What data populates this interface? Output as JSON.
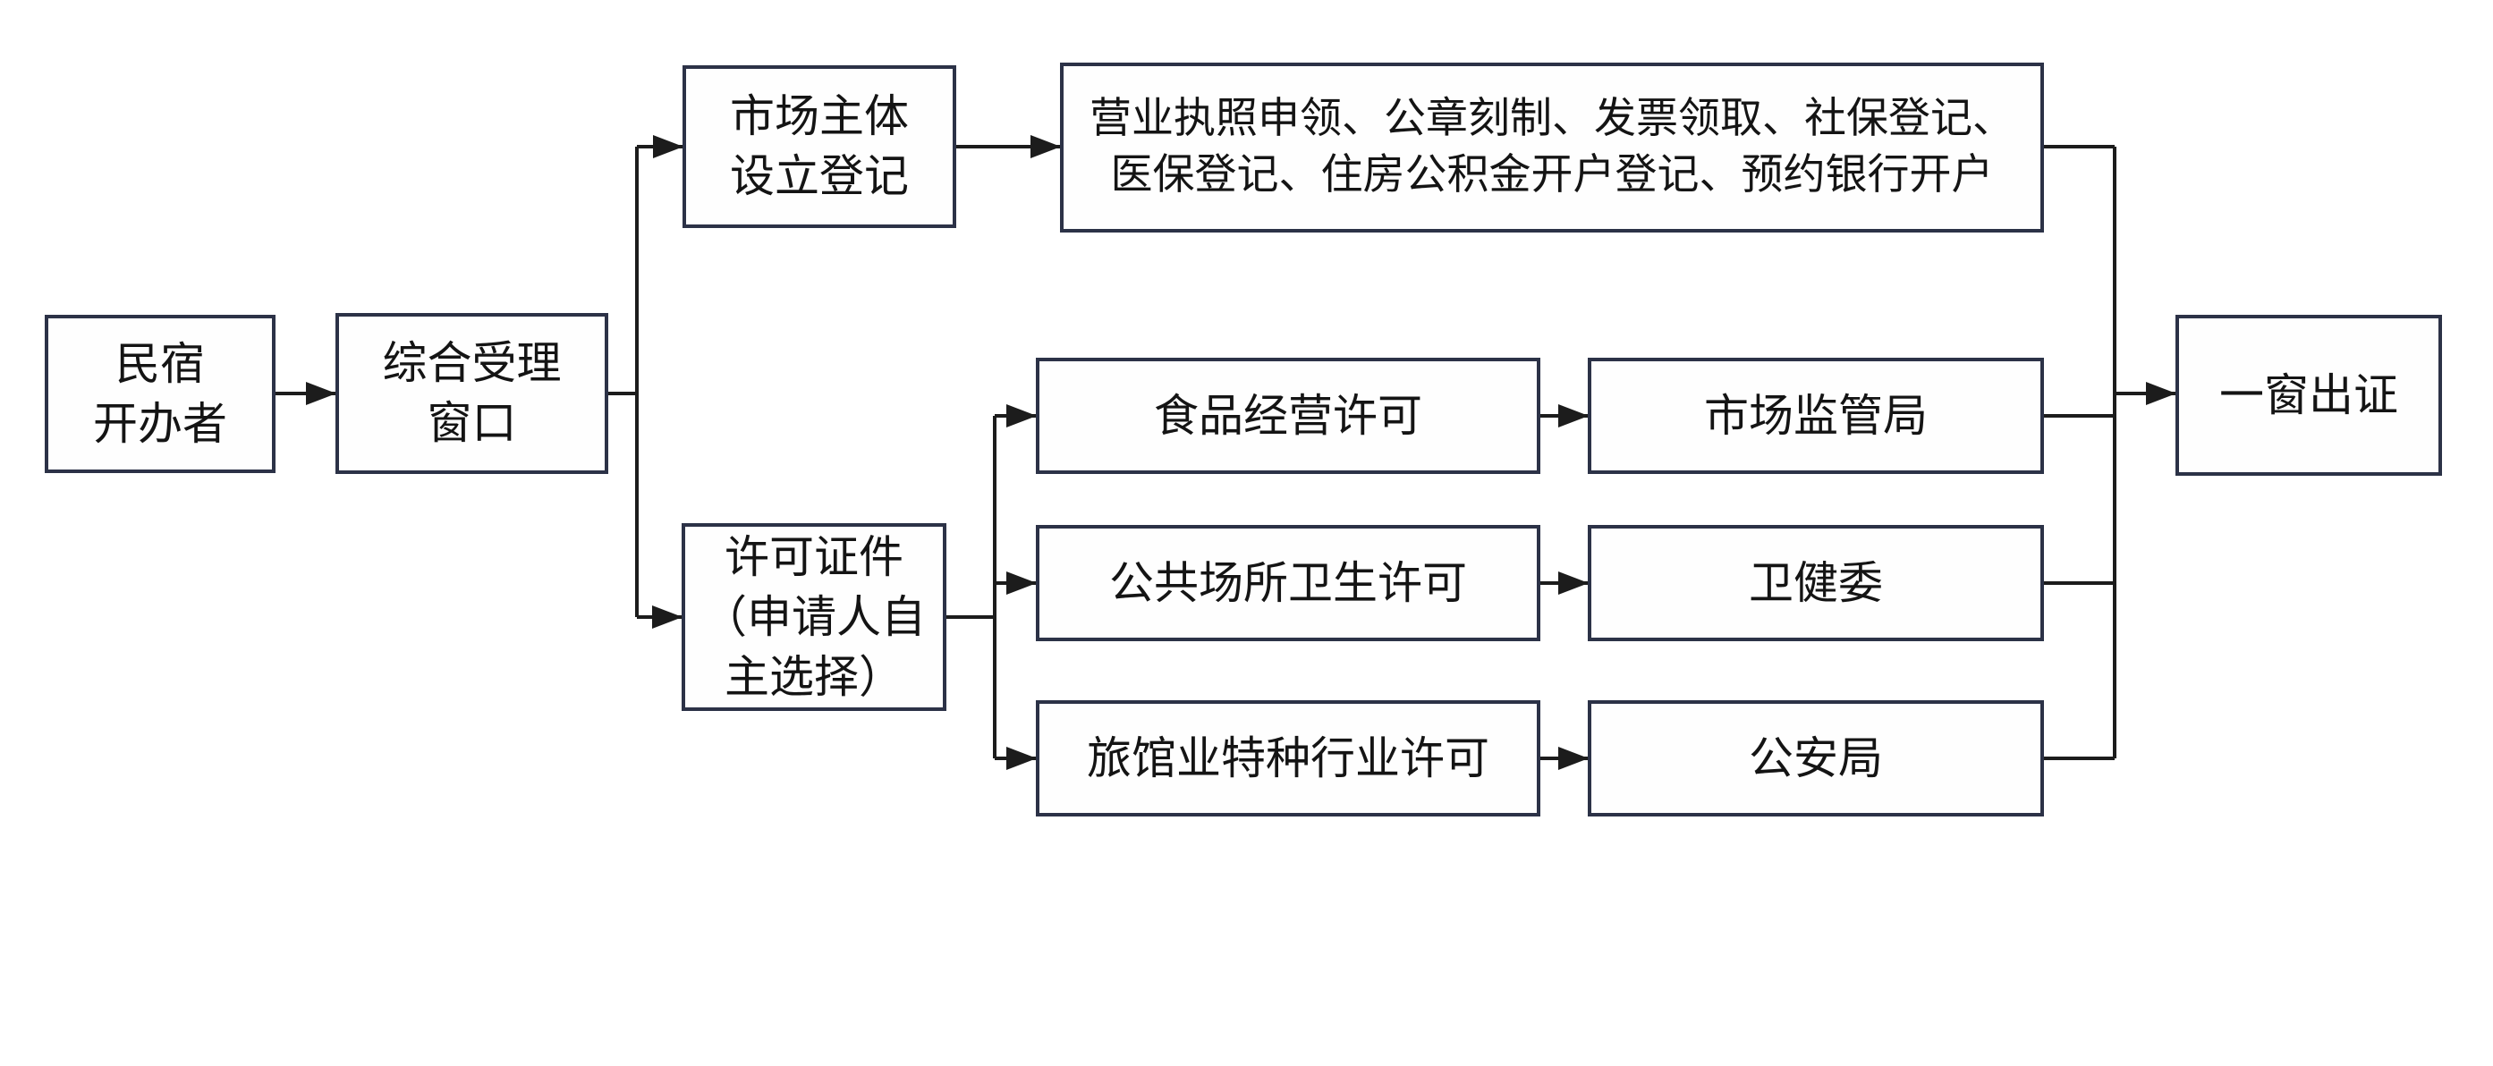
{
  "nodes": {
    "applicant": {
      "lines": [
        "民宿",
        "开办者"
      ]
    },
    "window": {
      "lines": [
        "综合受理",
        "窗口"
      ]
    },
    "market_entity": {
      "lines": [
        "市场主体",
        "设立登记"
      ]
    },
    "registration_tasks": {
      "lines": [
        "营业执照申领、公章刻制、发票领取、社保登记、",
        "医保登记、住房公积金开户登记、预约银行开户"
      ]
    },
    "permits": {
      "lines": [
        "许可证件",
        "（申请人自",
        "主选择）"
      ]
    },
    "food_permit": {
      "label": "食品经营许可"
    },
    "hygiene_permit": {
      "label": "公共场所卫生许可"
    },
    "hotel_permit": {
      "label": "旅馆业特种行业许可"
    },
    "market_bureau": {
      "label": "市场监管局"
    },
    "health_commission": {
      "label": "卫健委"
    },
    "police_bureau": {
      "label": "公安局"
    },
    "one_window": {
      "label": "一窗出证"
    }
  },
  "edges": [
    {
      "from": "民宿开办者",
      "to": "综合受理窗口"
    },
    {
      "from": "综合受理窗口",
      "to": "市场主体设立登记"
    },
    {
      "from": "综合受理窗口",
      "to": "许可证件（申请人自主选择）"
    },
    {
      "from": "市场主体设立登记",
      "to": "营业执照申领、公章刻制、发票领取、社保登记、医保登记、住房公积金开户登记、预约银行开户"
    },
    {
      "from": "许可证件（申请人自主选择）",
      "to": "食品经营许可"
    },
    {
      "from": "许可证件（申请人自主选择）",
      "to": "公共场所卫生许可"
    },
    {
      "from": "许可证件（申请人自主选择）",
      "to": "旅馆业特种行业许可"
    },
    {
      "from": "食品经营许可",
      "to": "市场监管局"
    },
    {
      "from": "公共场所卫生许可",
      "to": "卫健委"
    },
    {
      "from": "旅馆业特种行业许可",
      "to": "公安局"
    },
    {
      "from": "营业执照申领、公章刻制、发票领取、社保登记、医保登记、住房公积金开户登记、预约银行开户",
      "to": "一窗出证"
    },
    {
      "from": "市场监管局",
      "to": "一窗出证"
    },
    {
      "from": "卫健委",
      "to": "一窗出证"
    },
    {
      "from": "公安局",
      "to": "一窗出证"
    }
  ],
  "colors": {
    "box_border": "#2c3247",
    "connector": "#1c1c1c",
    "text": "#141414",
    "background": "#ffffff"
  }
}
